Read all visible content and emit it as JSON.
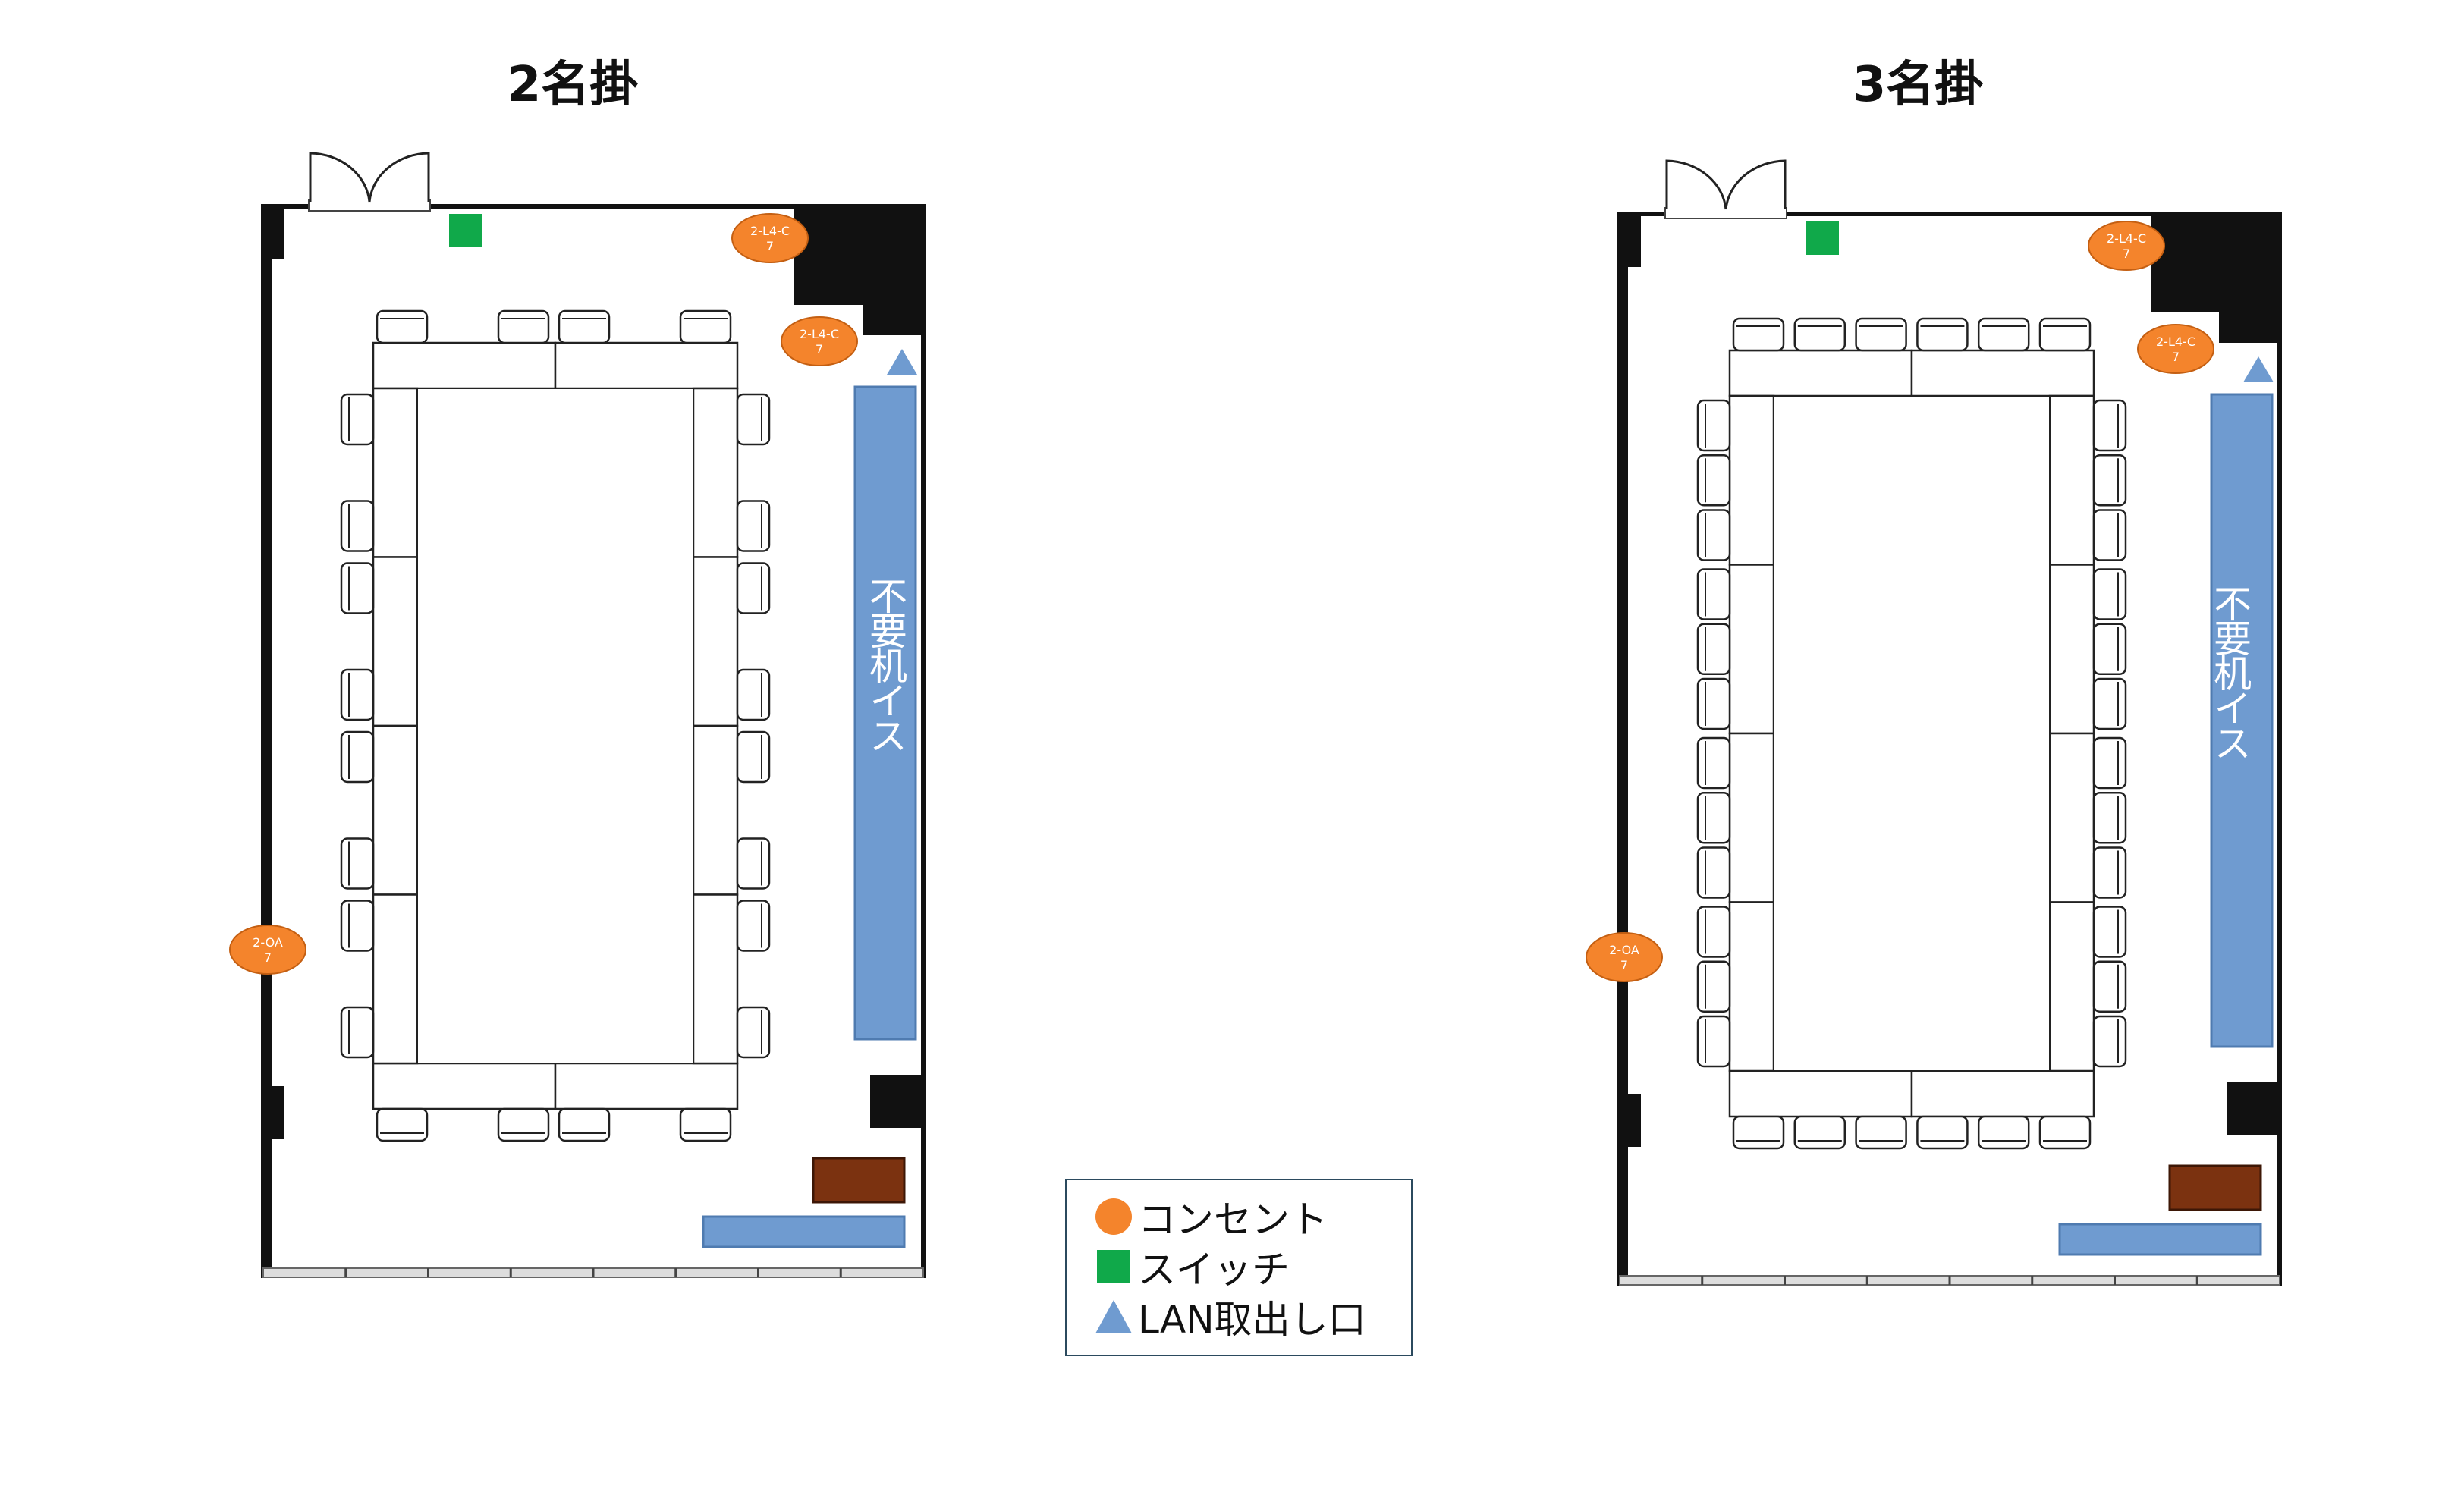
{
  "layouts": [
    {
      "title": "2名掛",
      "storage_label": "不要机イス",
      "outlets": [
        {
          "code": "2-L4-C",
          "num": "7"
        },
        {
          "code": "2-L4-C",
          "num": "7"
        },
        {
          "code": "2-OA",
          "num": "7"
        }
      ]
    },
    {
      "title": "3名掛",
      "storage_label": "不要机イス",
      "outlets": [
        {
          "code": "2-L4-C",
          "num": "7"
        },
        {
          "code": "2-L4-C",
          "num": "7"
        },
        {
          "code": "2-OA",
          "num": "7"
        }
      ]
    }
  ],
  "legend": {
    "items": [
      {
        "label": "コンセント",
        "color": "#f4842c",
        "icon": "orange-circle"
      },
      {
        "label": "スイッチ",
        "color": "#10a94a",
        "icon": "green-square"
      },
      {
        "label": "LAN取出し口",
        "color": "#6f9bd0",
        "icon": "blue-triangle"
      }
    ]
  },
  "colors": {
    "outlet": "#f4842c",
    "switch": "#10a94a",
    "lan": "#6f9bd0",
    "storage": "#6f9bd0",
    "podium": "#7b3210",
    "wall": "#111111"
  }
}
